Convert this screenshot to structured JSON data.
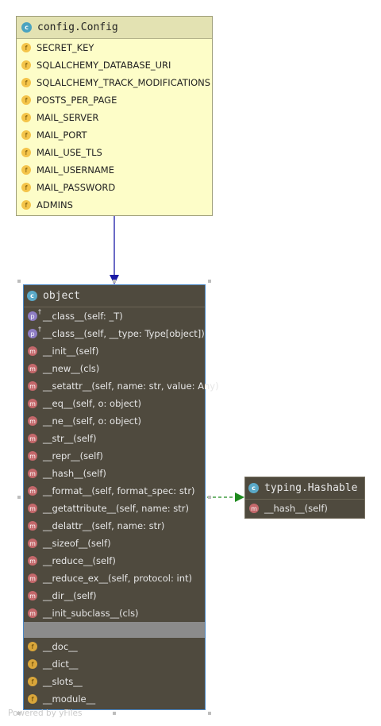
{
  "config_node": {
    "icon": "c",
    "title": "config.Config",
    "fields": [
      {
        "kind": "f",
        "label": "SECRET_KEY"
      },
      {
        "kind": "f",
        "label": "SQLALCHEMY_DATABASE_URI"
      },
      {
        "kind": "f",
        "label": "SQLALCHEMY_TRACK_MODIFICATIONS"
      },
      {
        "kind": "f",
        "label": "POSTS_PER_PAGE"
      },
      {
        "kind": "f",
        "label": "MAIL_SERVER"
      },
      {
        "kind": "f",
        "label": "MAIL_PORT"
      },
      {
        "kind": "f",
        "label": "MAIL_USE_TLS"
      },
      {
        "kind": "f",
        "label": "MAIL_USERNAME"
      },
      {
        "kind": "f",
        "label": "MAIL_PASSWORD"
      },
      {
        "kind": "f",
        "label": "ADMINS"
      }
    ]
  },
  "object_node": {
    "icon": "c",
    "title": "object",
    "properties": [
      {
        "kind": "p",
        "label": "__class__(self: _T)"
      },
      {
        "kind": "p",
        "label": "__class__(self, __type: Type[object])"
      }
    ],
    "methods": [
      {
        "kind": "m",
        "label": "__init__(self)"
      },
      {
        "kind": "m",
        "label": "__new__(cls)"
      },
      {
        "kind": "m",
        "label": "__setattr__(self, name: str, value: Any)"
      },
      {
        "kind": "m",
        "label": "__eq__(self, o: object)"
      },
      {
        "kind": "m",
        "label": "__ne__(self, o: object)"
      },
      {
        "kind": "m",
        "label": "__str__(self)"
      },
      {
        "kind": "m",
        "label": "__repr__(self)"
      },
      {
        "kind": "m",
        "label": "__hash__(self)"
      },
      {
        "kind": "m",
        "label": "__format__(self, format_spec: str)"
      },
      {
        "kind": "m",
        "label": "__getattribute__(self, name: str)"
      },
      {
        "kind": "m",
        "label": "__delattr__(self, name: str)"
      },
      {
        "kind": "m",
        "label": "__sizeof__(self)"
      },
      {
        "kind": "m",
        "label": "__reduce__(self)"
      },
      {
        "kind": "m",
        "label": "__reduce_ex__(self, protocol: int)"
      },
      {
        "kind": "m",
        "label": "__dir__(self)"
      },
      {
        "kind": "m",
        "label": "__init_subclass__(cls)"
      }
    ],
    "fields": [
      {
        "kind": "f",
        "label": "__doc__"
      },
      {
        "kind": "f",
        "label": "__dict__"
      },
      {
        "kind": "f",
        "label": "__slots__"
      },
      {
        "kind": "f",
        "label": "__module__"
      }
    ]
  },
  "hashable_node": {
    "icon": "c",
    "title": "typing.Hashable",
    "methods": [
      {
        "kind": "m",
        "label": "__hash__(self)"
      }
    ]
  },
  "edges": [
    {
      "from": "config.Config",
      "to": "object",
      "style": "solid",
      "color": "#1a1aa6"
    },
    {
      "from": "object",
      "to": "typing.Hashable",
      "style": "dashed",
      "color": "#1e8a1e"
    }
  ],
  "watermark": "Powered by yFiles"
}
